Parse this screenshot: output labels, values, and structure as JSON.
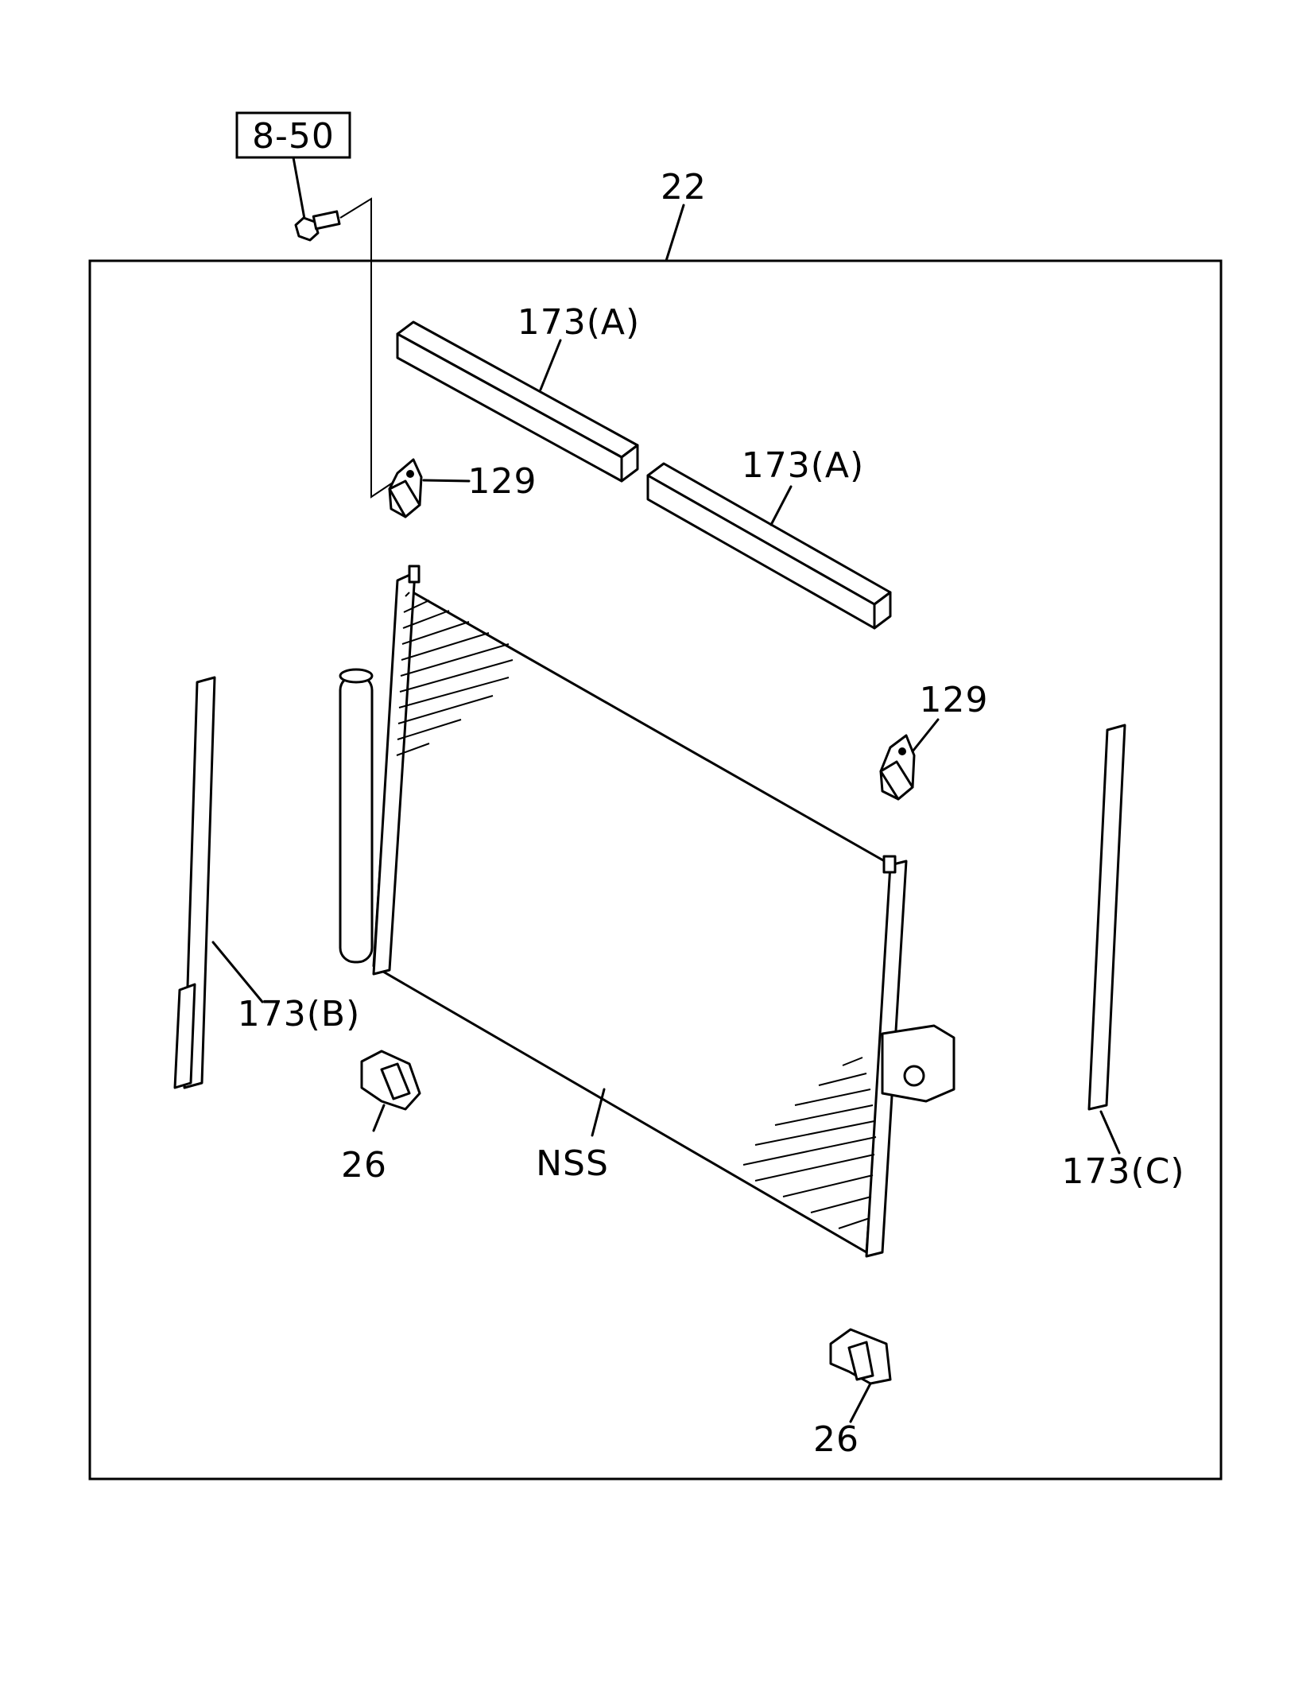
{
  "diagram": {
    "ref_box_label": "8-50",
    "kit_label": "22",
    "labels": {
      "seal_a_1": "173(A)",
      "seal_a_2": "173(A)",
      "bracket_1": "129",
      "bracket_2": "129",
      "seal_b": "173(B)",
      "seal_c": "173(C)",
      "clip_1": "26",
      "clip_2": "26",
      "condenser": "NSS"
    }
  }
}
